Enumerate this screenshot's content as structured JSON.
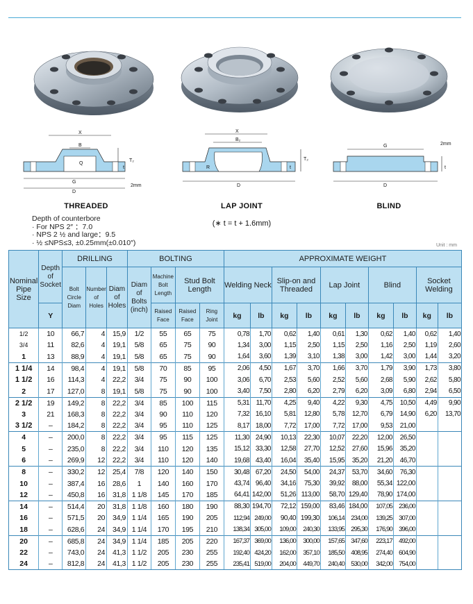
{
  "flanges": [
    {
      "name": "THREADED",
      "type": "threaded"
    },
    {
      "name": "LAP JOINT",
      "type": "lap-joint"
    },
    {
      "name": "BLIND",
      "type": "blind"
    }
  ],
  "lap_joint_note": "(∗ t = t + 1.6mm)",
  "counterbore": {
    "title": "Depth of counterbore",
    "lines": [
      "· For NPS 2″ ：7.0",
      "· NPS 2 ½ and large：9.5",
      "· ½ ≤NPS≤3, ±0.25mm(±0.010″)"
    ]
  },
  "diagram_labels": {
    "threaded": [
      "X",
      "B",
      "Q",
      "G",
      "D",
      "T₂",
      "t",
      "2mm"
    ],
    "lap_joint": [
      "X",
      "B₂",
      "R",
      "D",
      "T₂",
      "t"
    ],
    "blind": [
      "G",
      "D",
      "2mm",
      "t"
    ]
  },
  "unit": "Unit : mm",
  "headers": {
    "nominal": "Nominal Pipe Size",
    "depth": "Depth of Socket",
    "y": "Y",
    "drilling": "DRILLING",
    "bolt_circle": "Bolt Circle Diam",
    "num_holes": "Number of Holes",
    "diam_holes": "Diam of Holes",
    "bolting": "BOLTING",
    "diam_bolts": "Diam of Bolts (inch)",
    "machine_bolt": "Machine Bolt Length",
    "stud_bolt": "Stud Bolt Length",
    "raised_face_1": "Raised Face",
    "raised_face_2": "Raised Face",
    "ring_joint": "Ring Joint",
    "approx_weight": "APPROXIMATE WEIGHT",
    "welding_neck": "Welding Neck",
    "slip_on": "Slip-on and Threaded",
    "lap_joint": "Lap Joint",
    "blind": "Blind",
    "socket_welding": "Socket Welding",
    "kg": "kg",
    "lb": "lb"
  },
  "rows": [
    {
      "nps": "1/2",
      "y": "10",
      "bc": "66,7",
      "nh": "4",
      "dh": "15,9",
      "db": "1/2",
      "mb": "55",
      "rf": "65",
      "rj": "75",
      "wn": [
        "0,78",
        "1,70"
      ],
      "so": [
        "0,62",
        "1,40"
      ],
      "lj": [
        "0,61",
        "1,30"
      ],
      "bl": [
        "0,62",
        "1,40"
      ],
      "sw": [
        "0,62",
        "1,40"
      ],
      "group_start": true
    },
    {
      "nps": "3/4",
      "y": "11",
      "bc": "82,6",
      "nh": "4",
      "dh": "19,1",
      "db": "5/8",
      "mb": "65",
      "rf": "75",
      "rj": "90",
      "wn": [
        "1,34",
        "3,00"
      ],
      "so": [
        "1,15",
        "2,50"
      ],
      "lj": [
        "1,15",
        "2,50"
      ],
      "bl": [
        "1,16",
        "2,50"
      ],
      "sw": [
        "1,19",
        "2,60"
      ]
    },
    {
      "nps": "1",
      "y": "13",
      "bc": "88,9",
      "nh": "4",
      "dh": "19,1",
      "db": "5/8",
      "mb": "65",
      "rf": "75",
      "rj": "90",
      "wn": [
        "1,64",
        "3,60"
      ],
      "so": [
        "1,39",
        "3,10"
      ],
      "lj": [
        "1,38",
        "3,00"
      ],
      "bl": [
        "1,42",
        "3,00"
      ],
      "sw": [
        "1,44",
        "3,20"
      ]
    },
    {
      "nps": "1 1/4",
      "y": "14",
      "bc": "98,4",
      "nh": "4",
      "dh": "19,1",
      "db": "5/8",
      "mb": "70",
      "rf": "85",
      "rj": "95",
      "wn": [
        "2,06",
        "4,50"
      ],
      "so": [
        "1,67",
        "3,70"
      ],
      "lj": [
        "1,66",
        "3,70"
      ],
      "bl": [
        "1,79",
        "3,90"
      ],
      "sw": [
        "1,73",
        "3,80"
      ],
      "group_start": true
    },
    {
      "nps": "1 1/2",
      "y": "16",
      "bc": "114,3",
      "nh": "4",
      "dh": "22,2",
      "db": "3/4",
      "mb": "75",
      "rf": "90",
      "rj": "100",
      "wn": [
        "3,06",
        "6,70"
      ],
      "so": [
        "2,53",
        "5,60"
      ],
      "lj": [
        "2,52",
        "5,60"
      ],
      "bl": [
        "2,68",
        "5,90"
      ],
      "sw": [
        "2,62",
        "5,80"
      ]
    },
    {
      "nps": "2",
      "y": "17",
      "bc": "127,0",
      "nh": "8",
      "dh": "19,1",
      "db": "5/8",
      "mb": "75",
      "rf": "90",
      "rj": "100",
      "wn": [
        "3,40",
        "7,50"
      ],
      "so": [
        "2,80",
        "6,20"
      ],
      "lj": [
        "2,79",
        "6,20"
      ],
      "bl": [
        "3,09",
        "6,80"
      ],
      "sw": [
        "2,94",
        "6,50"
      ]
    },
    {
      "nps": "2 1/2",
      "y": "19",
      "bc": "149,2",
      "nh": "8",
      "dh": "22,2",
      "db": "3/4",
      "mb": "85",
      "rf": "100",
      "rj": "115",
      "wn": [
        "5,31",
        "11,70"
      ],
      "so": [
        "4,25",
        "9,40"
      ],
      "lj": [
        "4,22",
        "9,30"
      ],
      "bl": [
        "4,75",
        "10,50"
      ],
      "sw": [
        "4,49",
        "9,90"
      ],
      "group_start": true
    },
    {
      "nps": "3",
      "y": "21",
      "bc": "168,3",
      "nh": "8",
      "dh": "22,2",
      "db": "3/4",
      "mb": "90",
      "rf": "110",
      "rj": "120",
      "wn": [
        "7,32",
        "16,10"
      ],
      "so": [
        "5,81",
        "12,80"
      ],
      "lj": [
        "5,78",
        "12,70"
      ],
      "bl": [
        "6,79",
        "14,90"
      ],
      "sw": [
        "6,20",
        "13,70"
      ]
    },
    {
      "nps": "3 1/2",
      "y": "–",
      "bc": "184,2",
      "nh": "8",
      "dh": "22,2",
      "db": "3/4",
      "mb": "95",
      "rf": "110",
      "rj": "125",
      "wn": [
        "8,17",
        "18,00"
      ],
      "so": [
        "7,72",
        "17,00"
      ],
      "lj": [
        "7,72",
        "17,00"
      ],
      "bl": [
        "9,53",
        "21,00"
      ],
      "sw": [
        "",
        ""
      ]
    },
    {
      "nps": "4",
      "y": "–",
      "bc": "200,0",
      "nh": "8",
      "dh": "22,2",
      "db": "3/4",
      "mb": "95",
      "rf": "115",
      "rj": "125",
      "wn": [
        "11,30",
        "24,90"
      ],
      "so": [
        "10,13",
        "22,30"
      ],
      "lj": [
        "10,07",
        "22,20"
      ],
      "bl": [
        "12,00",
        "26,50"
      ],
      "sw": [
        "",
        ""
      ],
      "group_start": true
    },
    {
      "nps": "5",
      "y": "–",
      "bc": "235,0",
      "nh": "8",
      "dh": "22,2",
      "db": "3/4",
      "mb": "110",
      "rf": "120",
      "rj": "135",
      "wn": [
        "15,12",
        "33,30"
      ],
      "so": [
        "12,58",
        "27,70"
      ],
      "lj": [
        "12,52",
        "27,60"
      ],
      "bl": [
        "15,96",
        "35,20"
      ],
      "sw": [
        "",
        ""
      ]
    },
    {
      "nps": "6",
      "y": "–",
      "bc": "269,9",
      "nh": "12",
      "dh": "22,2",
      "db": "3/4",
      "mb": "110",
      "rf": "120",
      "rj": "140",
      "wn": [
        "19,68",
        "43,40"
      ],
      "so": [
        "16,04",
        "35,40"
      ],
      "lj": [
        "15,95",
        "35,20"
      ],
      "bl": [
        "21,20",
        "46,70"
      ],
      "sw": [
        "",
        ""
      ]
    },
    {
      "nps": "8",
      "y": "–",
      "bc": "330,2",
      "nh": "12",
      "dh": "25,4",
      "db": "7/8",
      "mb": "120",
      "rf": "140",
      "rj": "150",
      "wn": [
        "30,48",
        "67,20"
      ],
      "so": [
        "24,50",
        "54,00"
      ],
      "lj": [
        "24,37",
        "53,70"
      ],
      "bl": [
        "34,60",
        "76,30"
      ],
      "sw": [
        "",
        ""
      ],
      "group_start": true
    },
    {
      "nps": "10",
      "y": "–",
      "bc": "387,4",
      "nh": "16",
      "dh": "28,6",
      "db": "1",
      "mb": "140",
      "rf": "160",
      "rj": "170",
      "wn": [
        "43,74",
        "96,40"
      ],
      "so": [
        "34,16",
        "75,30"
      ],
      "lj": [
        "39,92",
        "88,00"
      ],
      "bl": [
        "55,34",
        "122,00"
      ],
      "sw": [
        "",
        ""
      ]
    },
    {
      "nps": "12",
      "y": "–",
      "bc": "450,8",
      "nh": "16",
      "dh": "31,8",
      "db": "1 1/8",
      "mb": "145",
      "rf": "170",
      "rj": "185",
      "wn": [
        "64,41",
        "142,00"
      ],
      "so": [
        "51,26",
        "113,00"
      ],
      "lj": [
        "58,70",
        "129,40"
      ],
      "bl": [
        "78,90",
        "174,00"
      ],
      "sw": [
        "",
        ""
      ]
    },
    {
      "nps": "14",
      "y": "–",
      "bc": "514,4",
      "nh": "20",
      "dh": "31,8",
      "db": "1 1/8",
      "mb": "160",
      "rf": "180",
      "rj": "190",
      "wn": [
        "88,30",
        "194,70"
      ],
      "so": [
        "72,12",
        "159,00"
      ],
      "lj": [
        "83,46",
        "184,00"
      ],
      "bl": [
        "107,05",
        "236,00"
      ],
      "sw": [
        "",
        ""
      ],
      "group_start": true
    },
    {
      "nps": "16",
      "y": "–",
      "bc": "571,5",
      "nh": "20",
      "dh": "34,9",
      "db": "1 1/4",
      "mb": "165",
      "rf": "190",
      "rj": "205",
      "wn": [
        "112,94",
        "249,00"
      ],
      "so": [
        "90,40",
        "199,30"
      ],
      "lj": [
        "106,14",
        "234,00"
      ],
      "bl": [
        "139,25",
        "307,00"
      ],
      "sw": [
        "",
        ""
      ]
    },
    {
      "nps": "18",
      "y": "–",
      "bc": "628,6",
      "nh": "24",
      "dh": "34,9",
      "db": "1 1/4",
      "mb": "170",
      "rf": "195",
      "rj": "210",
      "wn": [
        "138,34",
        "305,00"
      ],
      "so": [
        "109,00",
        "240,30"
      ],
      "lj": [
        "133,95",
        "295,30"
      ],
      "bl": [
        "176,90",
        "396,00"
      ],
      "sw": [
        "",
        ""
      ]
    },
    {
      "nps": "20",
      "y": "–",
      "bc": "685,8",
      "nh": "24",
      "dh": "34,9",
      "db": "1 1/4",
      "mb": "185",
      "rf": "205",
      "rj": "220",
      "wn": [
        "167,37",
        "369,00"
      ],
      "so": [
        "136,00",
        "300,00"
      ],
      "lj": [
        "157,65",
        "347,60"
      ],
      "bl": [
        "223,17",
        "492,00"
      ],
      "sw": [
        "",
        ""
      ],
      "group_start": true
    },
    {
      "nps": "22",
      "y": "–",
      "bc": "743,0",
      "nh": "24",
      "dh": "41,3",
      "db": "1 1/2",
      "mb": "205",
      "rf": "230",
      "rj": "255",
      "wn": [
        "192,40",
        "424,20"
      ],
      "so": [
        "162,00",
        "357,10"
      ],
      "lj": [
        "185,50",
        "408,95"
      ],
      "bl": [
        "274,40",
        "604,90"
      ],
      "sw": [
        "",
        ""
      ]
    },
    {
      "nps": "24",
      "y": "–",
      "bc": "812,8",
      "nh": "24",
      "dh": "41,3",
      "db": "1 1/2",
      "mb": "205",
      "rf": "230",
      "rj": "255",
      "wn": [
        "235,41",
        "519,00"
      ],
      "so": [
        "204,00",
        "449,70"
      ],
      "lj": [
        "240,40",
        "530,00"
      ],
      "bl": [
        "342,00",
        "754,00"
      ],
      "sw": [
        "",
        ""
      ]
    }
  ]
}
